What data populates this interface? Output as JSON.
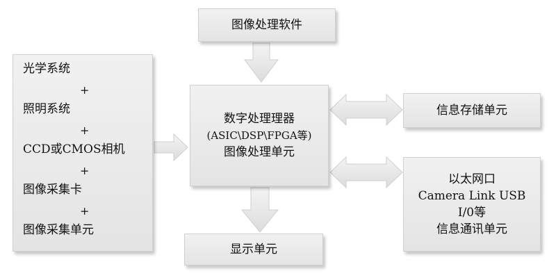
{
  "software": {
    "label": "图像处理软件"
  },
  "input": {
    "lines": [
      "光学系统",
      "+",
      "照明系统",
      "+",
      "CCD或CMOS相机",
      "+",
      "图像采集卡",
      "+",
      "图像采集单元"
    ]
  },
  "processor": {
    "lines": [
      "数字处理理器",
      "(ASIC\\DSP\\FPGA等)",
      "图像处理单元"
    ]
  },
  "storage": {
    "label": "信息存储单元"
  },
  "comm": {
    "lines": [
      "以太网口",
      "Camera Link USB",
      "I/0等",
      "信息通讯单元"
    ]
  },
  "display": {
    "label": "显示单元"
  },
  "colors": {
    "box_fill": "#ebebeb",
    "arrow_fill": "#e6e6e6",
    "border": "#d0d0d0"
  }
}
